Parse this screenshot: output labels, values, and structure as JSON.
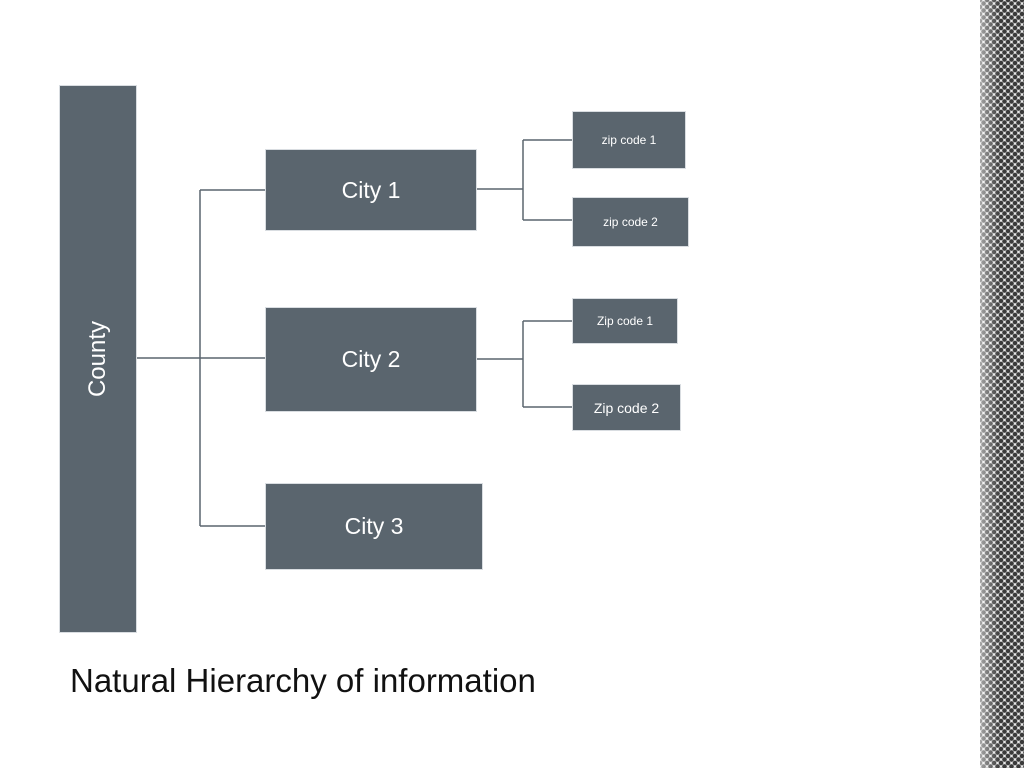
{
  "diagram": {
    "root": {
      "label": "County"
    },
    "cities": [
      {
        "label": "City 1",
        "zips": [
          "zip code 1",
          "zip code 2"
        ]
      },
      {
        "label": "City 2",
        "zips": [
          "Zip code 1",
          "Zip code 2"
        ]
      },
      {
        "label": "City 3",
        "zips": []
      }
    ],
    "colors": {
      "box_fill": "#5a656e",
      "box_text": "#ffffff",
      "connector": "#5a656e"
    }
  },
  "caption": "Natural Hierarchy of information"
}
